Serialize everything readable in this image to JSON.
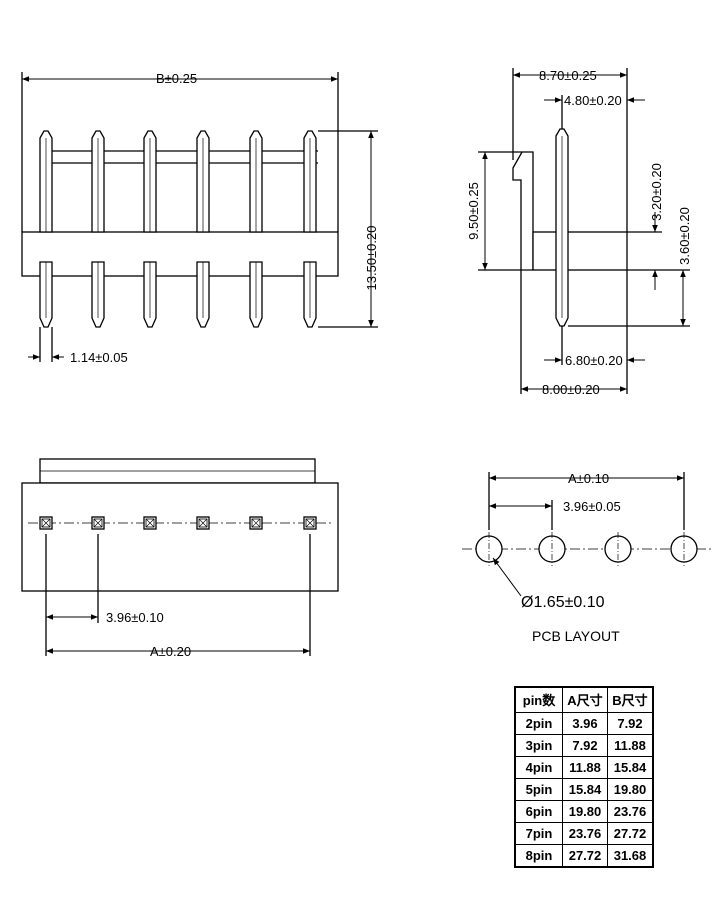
{
  "front_view": {
    "dim_width": "B±0.25",
    "dim_height": "13.50±0.20",
    "dim_pin": "1.14±0.05"
  },
  "side_view": {
    "dim_top_outer": "8.70±0.25",
    "dim_top_inner": "4.80±0.20",
    "dim_left": "9.50±0.25",
    "dim_right_upper": "3.20±0.20",
    "dim_right_lower": "3.60±0.20",
    "dim_bottom_inner": "6.80±0.20",
    "dim_bottom_outer": "8.00±0.20"
  },
  "top_view": {
    "dim_pitch": "3.96±0.10",
    "dim_total": "A±0.20"
  },
  "pcb_layout": {
    "dim_total": "A±0.10",
    "dim_pitch": "3.96±0.05",
    "dim_hole": "Ø1.65±0.10",
    "title": "PCB LAYOUT"
  },
  "table": {
    "headers": [
      "pin数",
      "A尺寸",
      "B尺寸"
    ],
    "rows": [
      [
        "2pin",
        "3.96",
        "7.92"
      ],
      [
        "3pin",
        "7.92",
        "11.88"
      ],
      [
        "4pin",
        "11.88",
        "15.84"
      ],
      [
        "5pin",
        "15.84",
        "19.80"
      ],
      [
        "6pin",
        "19.80",
        "23.76"
      ],
      [
        "7pin",
        "23.76",
        "27.72"
      ],
      [
        "8pin",
        "27.72",
        "31.68"
      ]
    ]
  }
}
